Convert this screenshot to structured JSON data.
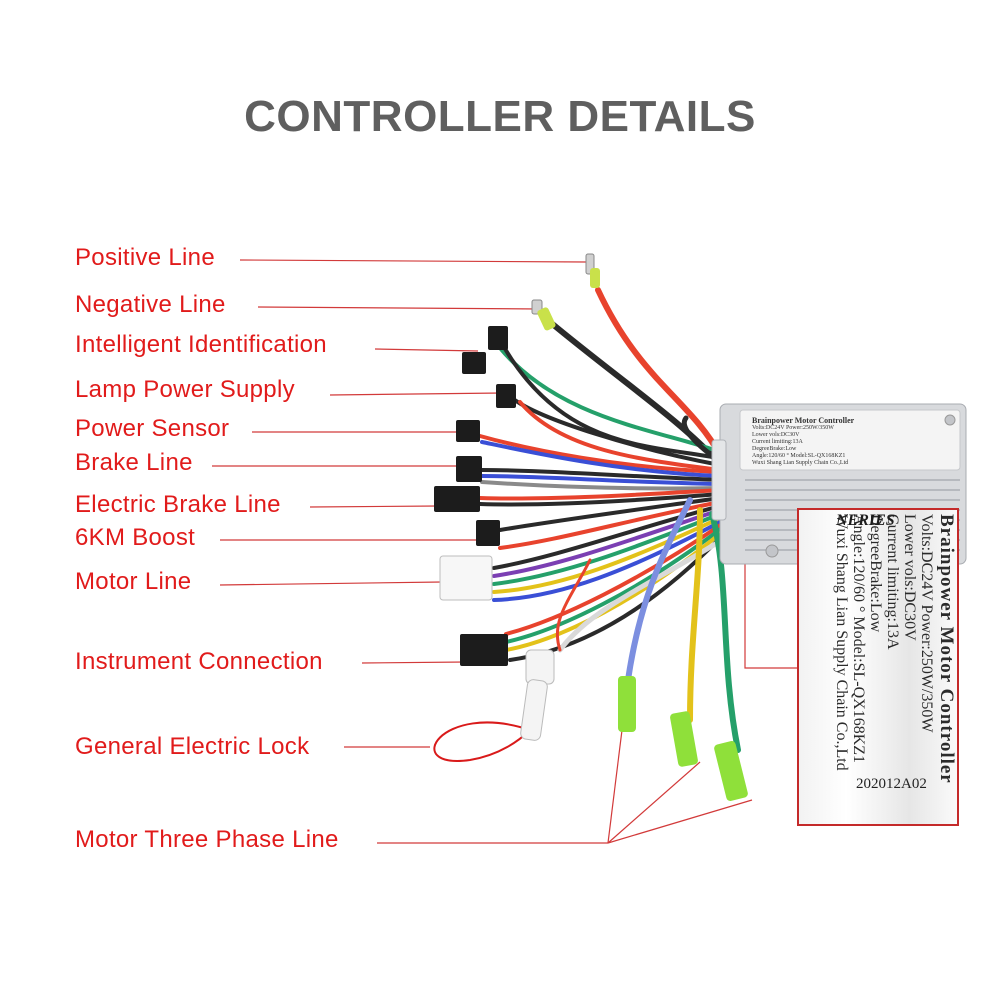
{
  "title": "CONTROLLER DETAILS",
  "labels": [
    {
      "key": "positive",
      "text": "Positive Line"
    },
    {
      "key": "negative",
      "text": "Negative Line"
    },
    {
      "key": "intelligent",
      "text": "Intelligent Identification"
    },
    {
      "key": "lamp",
      "text": "Lamp Power Supply"
    },
    {
      "key": "power_sensor",
      "text": "Power Sensor"
    },
    {
      "key": "brake",
      "text": "Brake Line"
    },
    {
      "key": "ebrake",
      "text": "Electric Brake Line"
    },
    {
      "key": "boost",
      "text": "6KM Boost"
    },
    {
      "key": "motor",
      "text": "Motor Line"
    },
    {
      "key": "instrument",
      "text": "Instrument Connection"
    },
    {
      "key": "lock",
      "text": "General Electric Lock"
    },
    {
      "key": "three_phase",
      "text": "Motor Three Phase Line"
    }
  ],
  "controller_plate": {
    "logo": "NERIES",
    "brand": "Brainpower Motor Controller",
    "lines": [
      "Volts:DC24V  Power:250W/350W",
      "Lower vols:DC30V",
      "Current limiting:13A",
      "DegreeBrake:Low",
      "Angle:120/60 ° Model:SL-QX168KZ1",
      "Wuxi Shang Lian Supply Chain Co.,Ltd"
    ],
    "code": "202012A02"
  },
  "colors": {
    "label_red": "#e11b1b",
    "title_gray": "#5f5f5f",
    "wire_red": "#e8432d",
    "wire_green": "#25a06a",
    "wire_black": "#2a2a2a",
    "wire_blue": "#3a4fd6",
    "wire_purple": "#7b3fb3",
    "wire_yellow": "#e3c21a",
    "wire_white": "#d9d9d9",
    "wire_grey": "#8a8a8a",
    "wire_lightblue": "#7c8fe0",
    "terminal_green": "#9be23a"
  }
}
